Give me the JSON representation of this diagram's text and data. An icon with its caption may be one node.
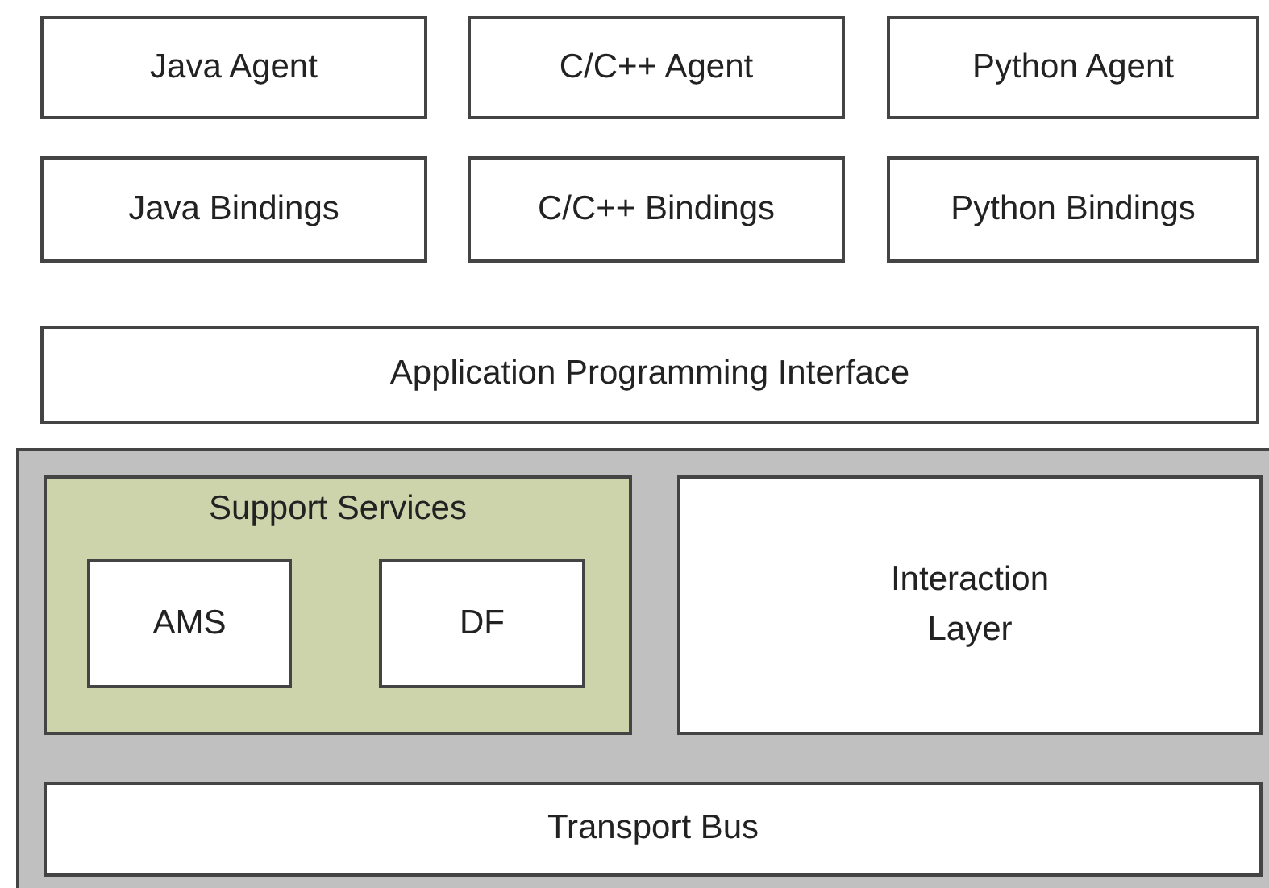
{
  "diagram": {
    "nodes": [
      {
        "text": [
          "Java Agent"
        ]
      },
      {
        "text": [
          "C/C++ Agent"
        ]
      },
      {
        "text": [
          "Python Agent"
        ]
      },
      {
        "text": [
          "Java Bindings"
        ]
      },
      {
        "text": [
          "C/C++ Bindings"
        ]
      },
      {
        "text": [
          "Python Bindings"
        ]
      },
      {
        "text": [
          "Application Programming Interface"
        ]
      },
      {
        "text": [],
        "shape": "box"
      },
      {
        "text": [
          "Support Services"
        ],
        "in": 7
      },
      {
        "text": [
          "AMS"
        ],
        "in": 8
      },
      {
        "text": [
          "DF"
        ],
        "in": 8
      },
      {
        "text": [
          "Interaction Layer"
        ],
        "in": 7
      },
      {
        "text": [
          "Transport Bus"
        ],
        "in": 7
      }
    ]
  }
}
